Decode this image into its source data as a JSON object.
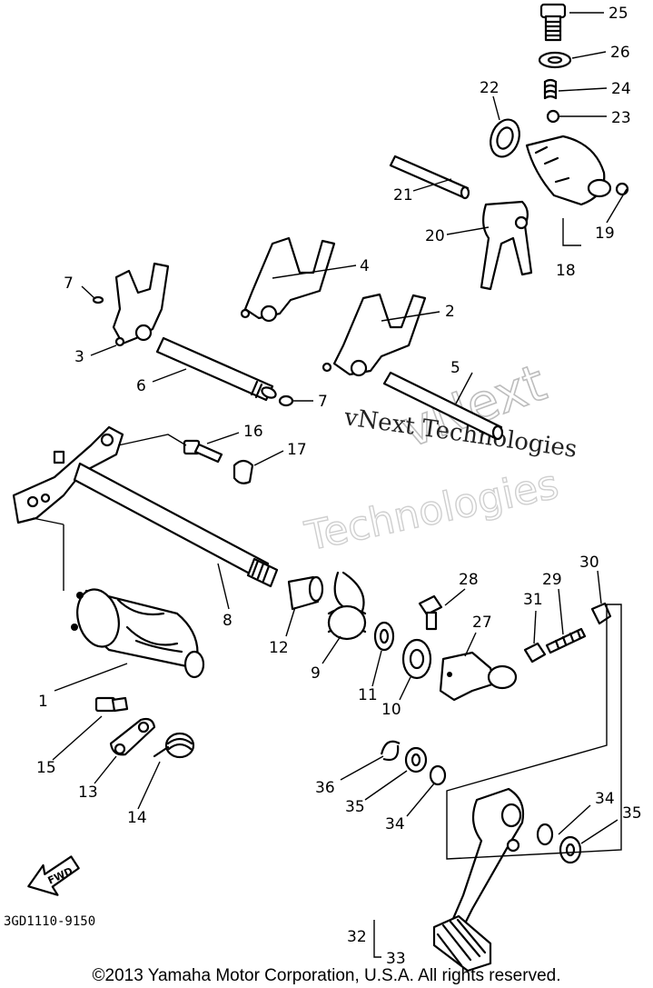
{
  "diagram": {
    "part_number": "3GD1110-9150",
    "direction_badge": "FWD",
    "copyright": "©2013 Yamaha Motor Corporation, U.S.A. All rights reserved.",
    "watermark": {
      "line1": "vNext Technologies",
      "line2": "vNext",
      "line3": "Technologies"
    },
    "callouts": [
      "1",
      "2",
      "3",
      "4",
      "5",
      "6",
      "7",
      "7",
      "8",
      "9",
      "10",
      "11",
      "12",
      "13",
      "14",
      "15",
      "16",
      "17",
      "18",
      "19",
      "20",
      "21",
      "22",
      "23",
      "24",
      "25",
      "26",
      "27",
      "28",
      "29",
      "30",
      "31",
      "32",
      "33",
      "34",
      "34",
      "35",
      "35",
      "36"
    ]
  }
}
